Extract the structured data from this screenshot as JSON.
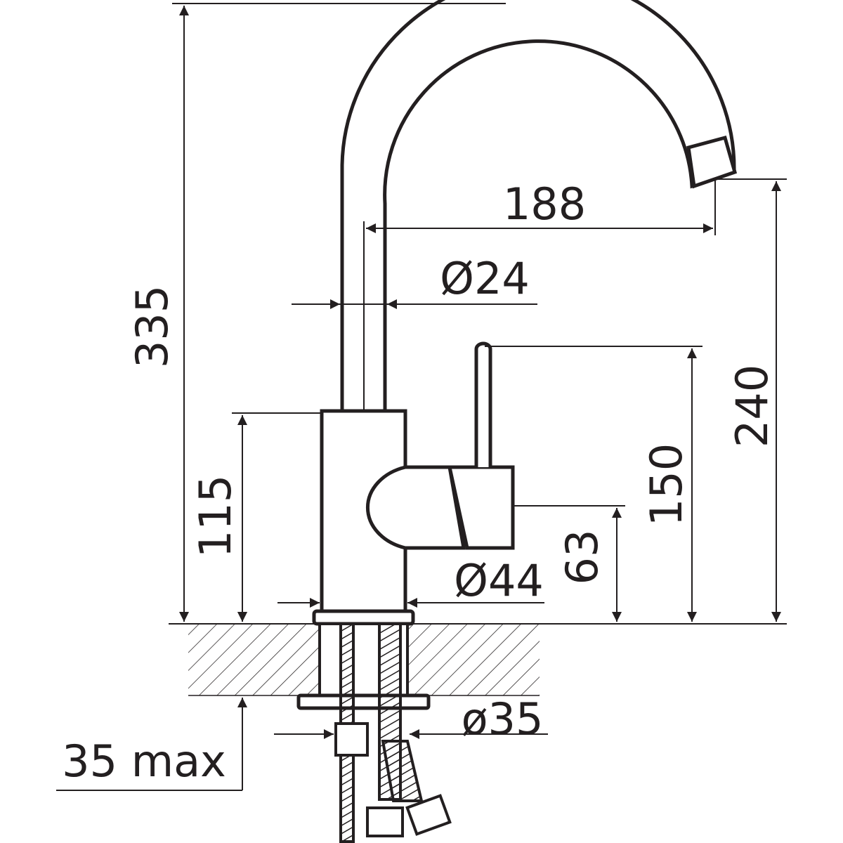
{
  "drawing": {
    "title": "Faucet dimension drawing",
    "dimensions": {
      "total_height": "335",
      "spout_reach": "188",
      "spout_diameter": "Ø24",
      "body_height": "115",
      "lever_height": "150",
      "spout_clearance": "240",
      "lever_axis_height": "63",
      "body_diameter": "Ø44",
      "mount_diameter": "ø35",
      "max_counter_thickness": "35 max"
    },
    "colors": {
      "line": "#231f20",
      "background": "#ffffff"
    }
  }
}
